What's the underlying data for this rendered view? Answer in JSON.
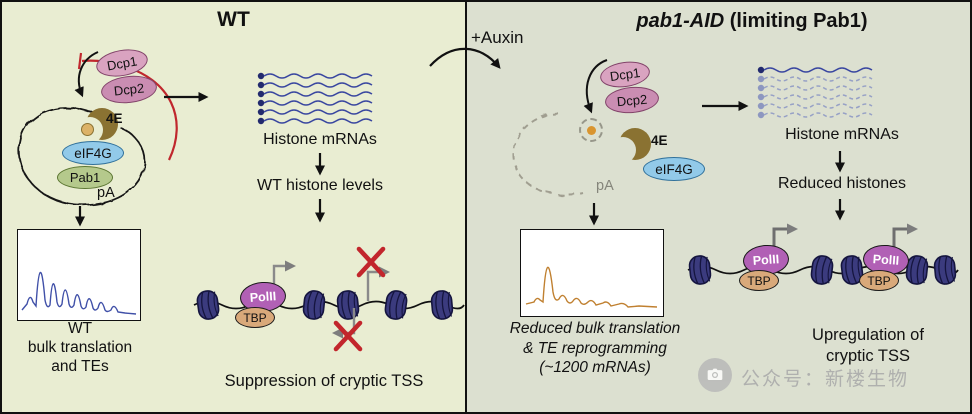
{
  "colors": {
    "left_panel_bg": "#e9edd2",
    "right_panel_bg": "#dce0d0",
    "dcp1_fill": "#d9a3c0",
    "dcp2_fill": "#ca8db2",
    "eif4g_fill": "#92cae9",
    "pab1_fill": "#b5c98c",
    "cap4e_fill": "#8a7232",
    "polii_fill": "#b160b5",
    "tbp_fill": "#d9a97a",
    "nucleosome_fill": "#3b3b7e",
    "inhibition_red": "#c0272d",
    "wt_trace": "#4050a8",
    "aid_trace": "#c08030"
  },
  "wt": {
    "title": "WT",
    "dcp1": "Dcp1",
    "dcp2": "Dcp2",
    "cap": "4E",
    "eif4g": "eIF4G",
    "pab1": "Pab1",
    "pa": "pA",
    "histone_mrnas": "Histone mRNAs",
    "histone_levels": "WT histone levels",
    "polii": "PolII",
    "tbp": "TBP",
    "chart_caption": [
      "WT",
      "bulk translation",
      "and TEs"
    ],
    "bottom_caption": "Suppression of cryptic TSS"
  },
  "aid": {
    "auxin": "+Auxin",
    "title_gene": "pab1-AID",
    "title_rest": " (limiting Pab1)",
    "dcp1": "Dcp1",
    "dcp2": "Dcp2",
    "cap": "4E",
    "eif4g": "eIF4G",
    "pa": "pA",
    "histone_mrnas": "Histone mRNAs",
    "reduced_histones": "Reduced histones",
    "polii": "PolII",
    "tbp": "TBP",
    "chart_caption": [
      "Reduced bulk translation",
      "& TE reprogramming",
      "(~1200 mRNAs)"
    ],
    "bottom_caption": [
      "Upregulation of",
      "cryptic TSS"
    ]
  },
  "watermark": {
    "text": "公众号：新楼生物"
  }
}
